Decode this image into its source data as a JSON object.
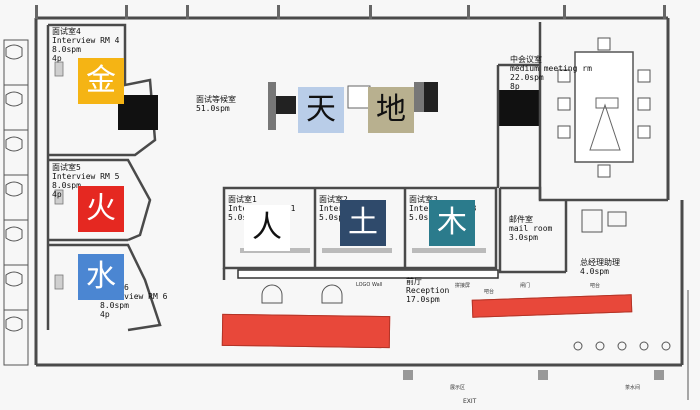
{
  "rooms": {
    "rm4": {
      "cn": "面试室4",
      "en": "Interview RM 4",
      "area": "8.0spm",
      "cap": "4p"
    },
    "rm5": {
      "cn": "面试室5",
      "en": "Interview RM 5",
      "area": "8.0spm",
      "cap": "4p"
    },
    "rm6": {
      "cn": "面试室6",
      "en": "Interview RM 6",
      "area": "8.0spm",
      "cap": "4p"
    },
    "waiting": {
      "cn": "面试等候室",
      "area": "51.0spm"
    },
    "meeting": {
      "cn": "中会议室",
      "en": "medium meeting rm",
      "area": "22.0spm",
      "cap": "8p"
    },
    "rm1": {
      "cn": "面试室1",
      "en": "Interview RM 1",
      "area": "5.0spm"
    },
    "rm2": {
      "cn": "面试室2",
      "en": "Interview RM 2",
      "area": "5.0spm"
    },
    "rm3": {
      "cn": "面试室3",
      "en": "Interview RM 3",
      "area": "5.0spm"
    },
    "mail": {
      "cn": "邮件室",
      "en": "mail room",
      "area": "3.0spm"
    },
    "assistant": {
      "cn": "总经理助理",
      "area": "4.0spm"
    },
    "reception": {
      "cn": "前厅",
      "en": "Reception",
      "area": "17.0spm"
    }
  },
  "small_labels": {
    "logo_wall": "LOGO Wall",
    "screen": "拼接屏",
    "gate": "闸门",
    "counter1": "吧台",
    "counter2": "吧台",
    "display": "展示区",
    "pantry": "茶水间",
    "exit": "EXIT"
  },
  "tiles": [
    {
      "char": "金",
      "bg": "#f5b414",
      "fg": "#ffffff"
    },
    {
      "char": "火",
      "bg": "#e52821",
      "fg": "#ffffff"
    },
    {
      "char": "水",
      "bg": "#4b86d2",
      "fg": "#ffffff"
    },
    {
      "char": "天",
      "bg": "#b9cde8",
      "fg": "#111111"
    },
    {
      "char": "地",
      "bg": "#b8b08f",
      "fg": "#111111"
    },
    {
      "char": "人",
      "bg": "#ffffff",
      "fg": "#111111"
    },
    {
      "char": "土",
      "bg": "#2f4a6b",
      "fg": "#ffffff"
    },
    {
      "char": "木",
      "bg": "#2b7b8c",
      "fg": "#ffffff"
    }
  ],
  "colors": {
    "wall": "#4a4a4a",
    "counter": "#e8483a",
    "black": "#111111"
  }
}
